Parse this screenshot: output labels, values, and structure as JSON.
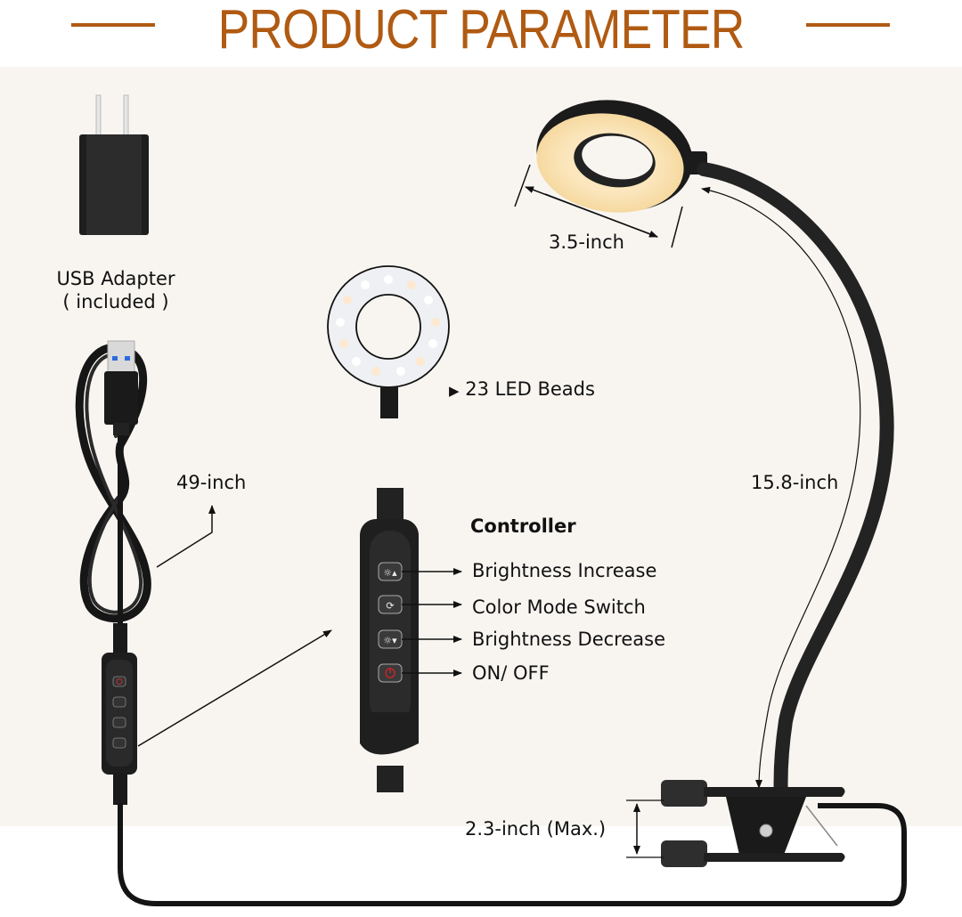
{
  "header": {
    "title": "PRODUCT PARAMETER",
    "accent_color": "#b05a12"
  },
  "panel": {
    "background_color": "#f8f5f1"
  },
  "adapter": {
    "label_line1": "USB Adapter",
    "label_line2": "( included )"
  },
  "cable": {
    "length_label": "49-inch"
  },
  "lamp_head": {
    "diameter_label": "3.5-inch",
    "led_label": "23 LED Beads",
    "led_marker": "▶"
  },
  "gooseneck": {
    "length_label": "15.8-inch"
  },
  "clip": {
    "opening_label": "2.3-inch (Max.)"
  },
  "controller": {
    "title": "Controller",
    "buttons": [
      {
        "icon": "brightness-up-icon",
        "label": "Brightness Increase"
      },
      {
        "icon": "color-mode-icon",
        "label": "Color Mode Switch"
      },
      {
        "icon": "brightness-down-icon",
        "label": "Brightness Decrease"
      },
      {
        "icon": "power-icon",
        "label": "ON/ OFF"
      }
    ]
  }
}
